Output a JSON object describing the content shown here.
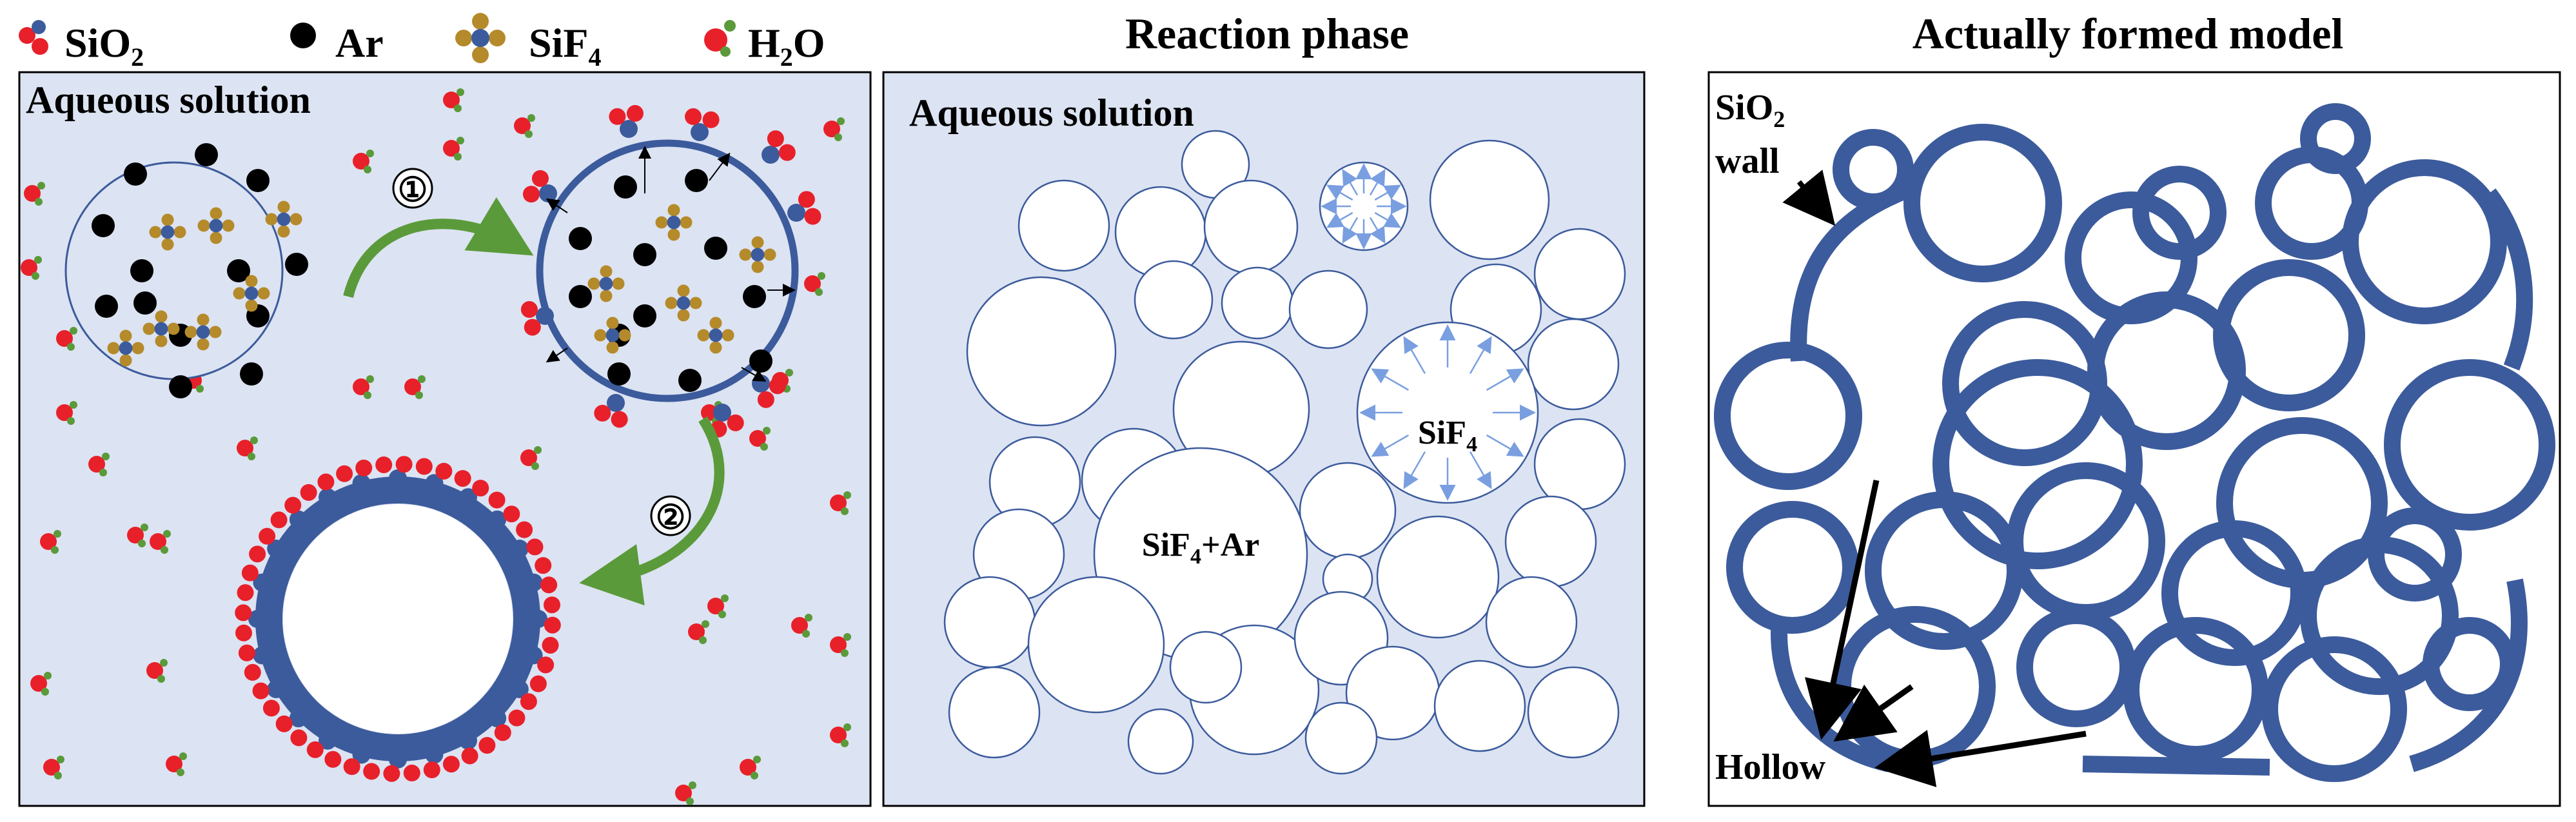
{
  "legend": {
    "items": [
      {
        "text": "SiO",
        "sub": "2"
      },
      {
        "text": "Ar",
        "sub": ""
      },
      {
        "text": "SiF",
        "sub": "4"
      },
      {
        "text": "H",
        "sub": "2",
        "tail": "O"
      }
    ]
  },
  "panel1": {
    "label": "Aqueous solution",
    "steps": [
      "①",
      "②"
    ]
  },
  "panel2": {
    "title": "Reaction phase",
    "label": "Aqueous solution",
    "bubble_a": {
      "text": "SiF",
      "sub": "4"
    },
    "bubble_b": {
      "text": "SiF",
      "sub": "4",
      "tail": "+Ar"
    }
  },
  "panel3": {
    "title": "Actually formed model",
    "wall_label": {
      "text": "SiO",
      "sub": "2",
      "line2": "wall"
    },
    "hollow_label": "Hollow"
  },
  "colors": {
    "panel_bg": "#dce3f2",
    "wall_blue": "#3c5b9c",
    "red": "#e8202a",
    "gold": "#b58a2a",
    "green": "#5a9a3a",
    "light_blue_arrow": "#7a9fe0"
  }
}
